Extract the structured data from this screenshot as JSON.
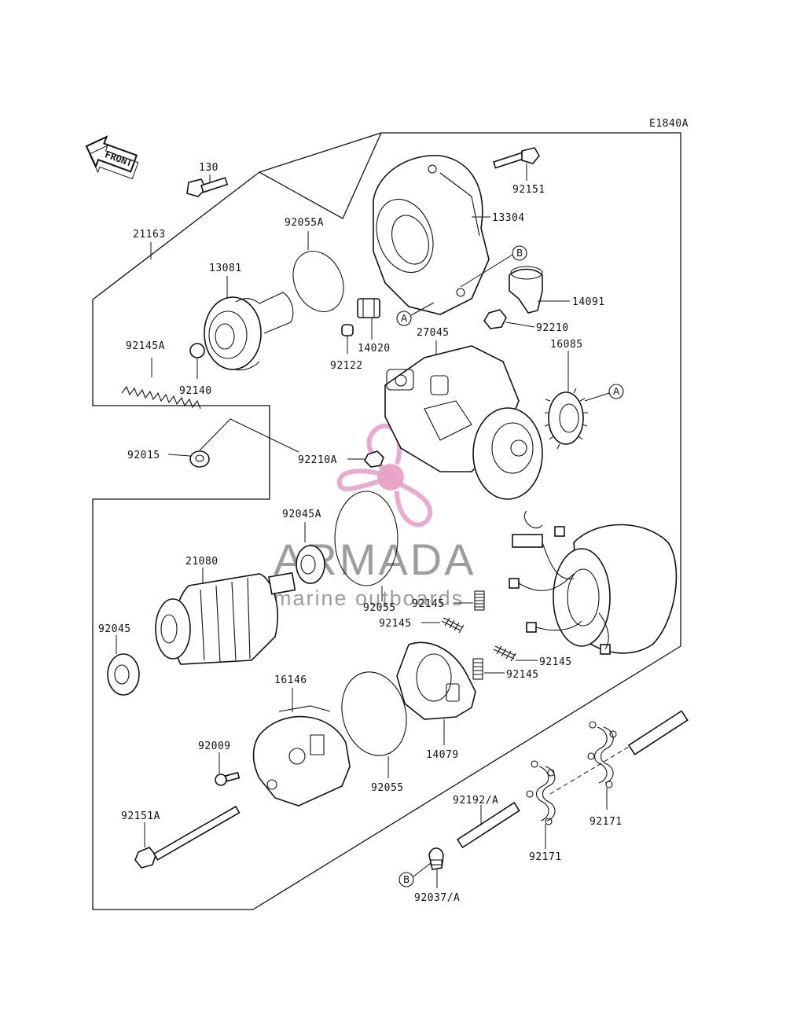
{
  "diagram_code": "E1840A",
  "front_label": "FRONT",
  "watermark": {
    "brand": "ARMADA",
    "tagline": "marine outboards",
    "color": "#e7a2c6"
  },
  "ref_marks": {
    "a": "A",
    "b": "B"
  },
  "labels": {
    "p130": "130",
    "p92151": "92151",
    "p21163": "21163",
    "p92055A": "92055A",
    "p13304": "13304",
    "p13081": "13081",
    "p14091": "14091",
    "p27045": "27045",
    "p92210": "92210",
    "p14020": "14020",
    "p92122": "92122",
    "p92145A": "92145A",
    "p92140": "92140",
    "p16085": "16085",
    "p92015": "92015",
    "p92210A": "92210A",
    "p92045A": "92045A",
    "p21080": "21080",
    "p92055_a": "92055",
    "p92145_a": "92145",
    "p92145_b": "92145",
    "p92045": "92045",
    "p92145_c": "92145",
    "p92145_d": "92145",
    "p16146": "16146",
    "p14079": "14079",
    "p92009": "92009",
    "p92055_b": "92055",
    "p92192A": "92192/A",
    "p92171_a": "92171",
    "p92171_b": "92171",
    "p92151A": "92151A",
    "p92037A": "92037/A"
  }
}
